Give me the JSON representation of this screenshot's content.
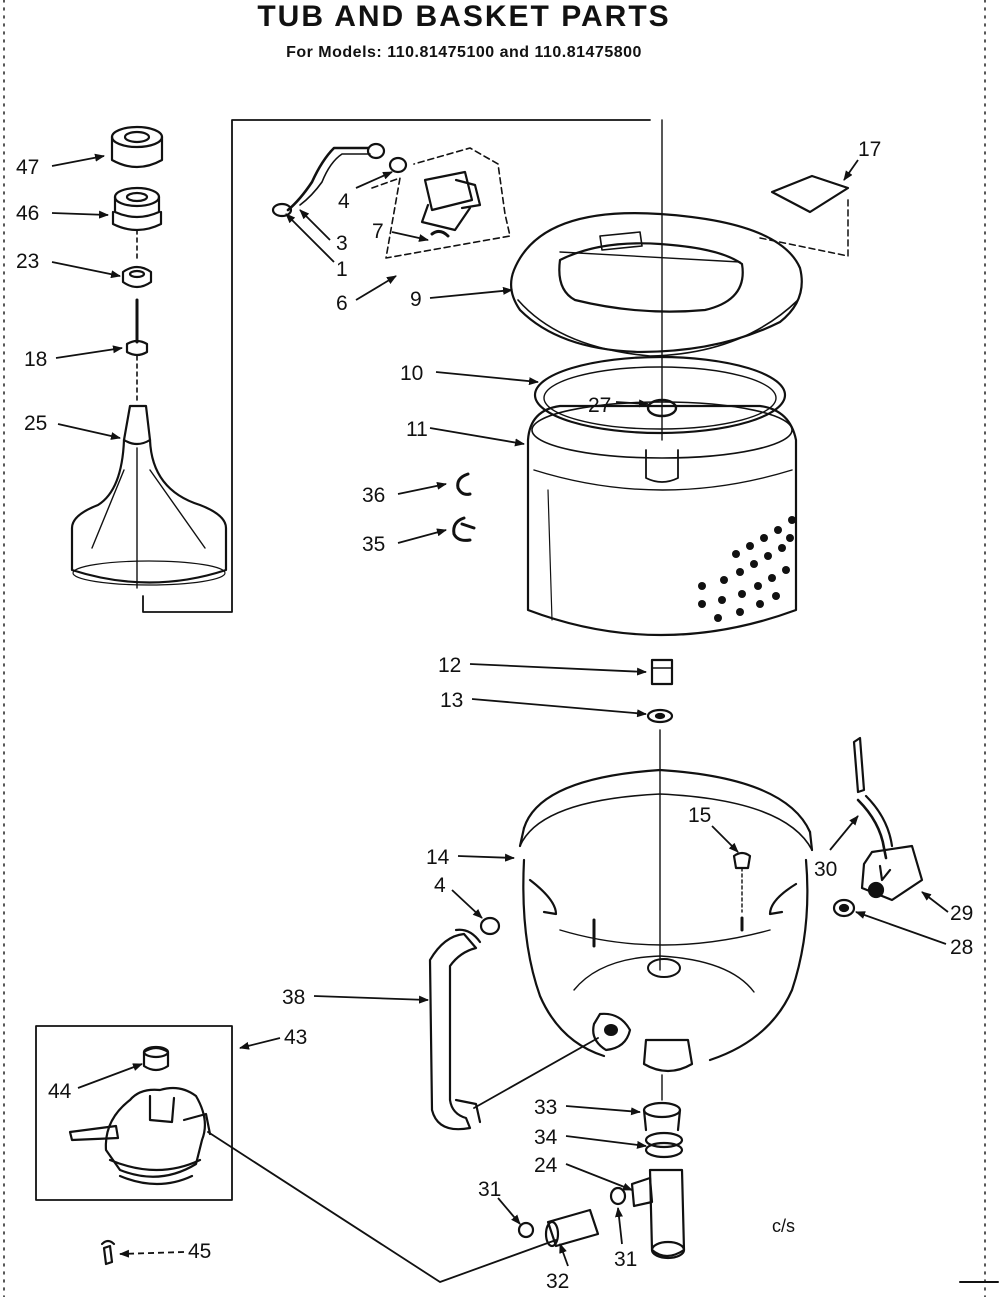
{
  "title": "TUB AND BASKET PARTS",
  "subtitle": "For Models: 110.81475100 and 110.81475800",
  "corner_note": "c/s",
  "callouts": [
    {
      "id": "47",
      "text": "47"
    },
    {
      "id": "46",
      "text": "46"
    },
    {
      "id": "23",
      "text": "23"
    },
    {
      "id": "18",
      "text": "18"
    },
    {
      "id": "25",
      "text": "25"
    },
    {
      "id": "4a",
      "text": "4"
    },
    {
      "id": "3",
      "text": "3"
    },
    {
      "id": "1",
      "text": "1"
    },
    {
      "id": "7",
      "text": "7"
    },
    {
      "id": "6",
      "text": "6"
    },
    {
      "id": "9",
      "text": "9"
    },
    {
      "id": "17",
      "text": "17"
    },
    {
      "id": "10",
      "text": "10"
    },
    {
      "id": "27",
      "text": "27"
    },
    {
      "id": "11",
      "text": "11"
    },
    {
      "id": "36",
      "text": "36"
    },
    {
      "id": "35",
      "text": "35"
    },
    {
      "id": "12",
      "text": "12"
    },
    {
      "id": "13",
      "text": "13"
    },
    {
      "id": "15",
      "text": "15"
    },
    {
      "id": "14",
      "text": "14"
    },
    {
      "id": "4b",
      "text": "4"
    },
    {
      "id": "30",
      "text": "30"
    },
    {
      "id": "29",
      "text": "29"
    },
    {
      "id": "28",
      "text": "28"
    },
    {
      "id": "38",
      "text": "38"
    },
    {
      "id": "43",
      "text": "43"
    },
    {
      "id": "44",
      "text": "44"
    },
    {
      "id": "33",
      "text": "33"
    },
    {
      "id": "34",
      "text": "34"
    },
    {
      "id": "24",
      "text": "24"
    },
    {
      "id": "31a",
      "text": "31"
    },
    {
      "id": "31b",
      "text": "31"
    },
    {
      "id": "32",
      "text": "32"
    },
    {
      "id": "45",
      "text": "45"
    }
  ]
}
